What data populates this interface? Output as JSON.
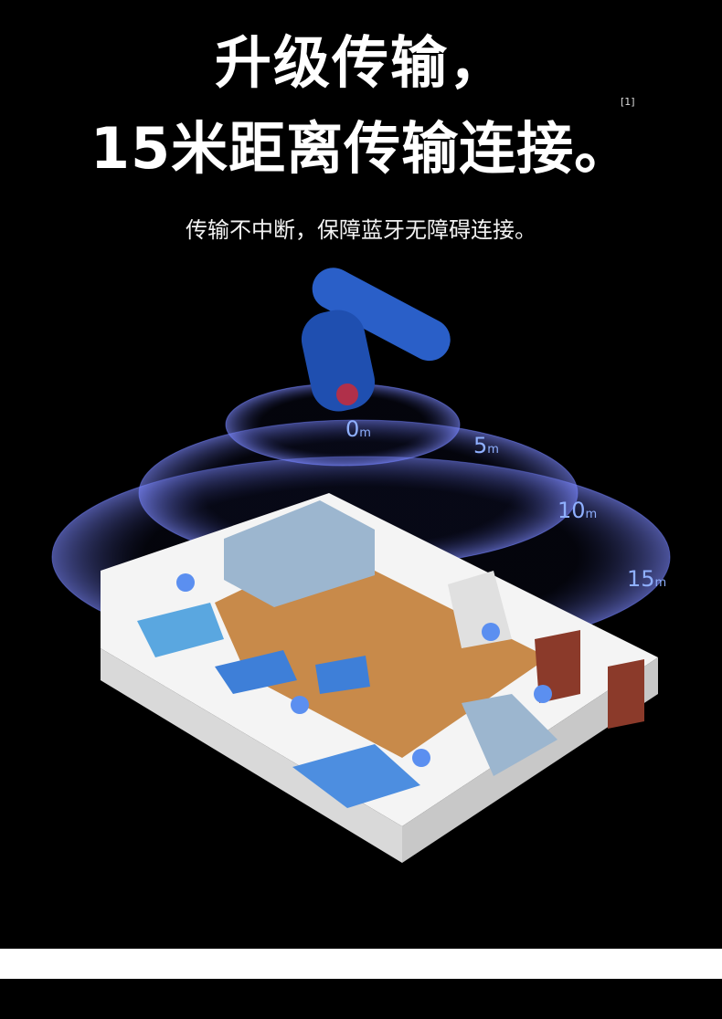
{
  "headline": {
    "line1": "升级传输，",
    "line2": "15米距离传输连接。",
    "footnote": "[1]"
  },
  "subtitle": "传输不中断，保障蓝牙无障碍连接。",
  "distances": [
    {
      "value": "0",
      "unit": "m"
    },
    {
      "value": "5",
      "unit": "m"
    },
    {
      "value": "10",
      "unit": "m"
    },
    {
      "value": "15",
      "unit": "m"
    }
  ],
  "colors": {
    "ring": "#6f7fff",
    "label": "#8fb0ff",
    "earbud": "#2a5fc8",
    "bluetooth": "#5b8ff0"
  }
}
